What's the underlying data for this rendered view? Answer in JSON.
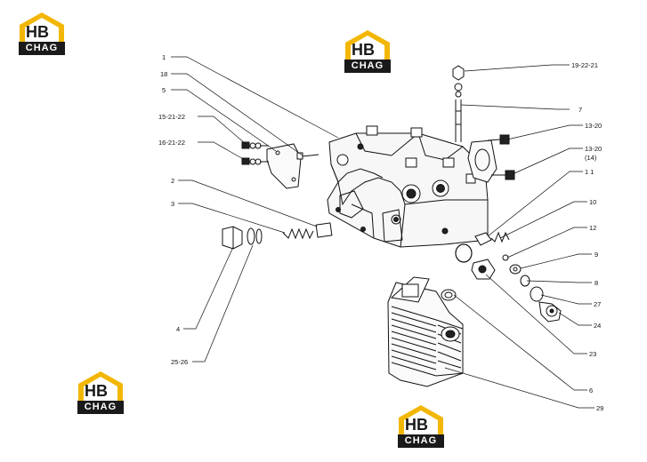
{
  "brand": {
    "logo_letters": "HB",
    "logo_plate": "CHAG",
    "accent_color": "#f2b705",
    "ink_color": "#1a1a1a"
  },
  "callouts": [
    {
      "id": "1",
      "text": "1"
    },
    {
      "id": "18",
      "text": "18"
    },
    {
      "id": "5",
      "text": "5"
    },
    {
      "id": "15-21-22",
      "text": "15-21-22"
    },
    {
      "id": "16-21-22",
      "text": "16-21-22"
    },
    {
      "id": "2",
      "text": "2"
    },
    {
      "id": "3",
      "text": "3"
    },
    {
      "id": "4",
      "text": "4"
    },
    {
      "id": "25-26",
      "text": "25-26"
    },
    {
      "id": "19-22-21",
      "text": "19-22-21"
    },
    {
      "id": "7",
      "text": "7"
    },
    {
      "id": "13-20a",
      "text": "13-20"
    },
    {
      "id": "13-20b",
      "text": "13-20"
    },
    {
      "id": "14",
      "text": "(14)"
    },
    {
      "id": "11",
      "text": "1 1"
    },
    {
      "id": "10",
      "text": "10"
    },
    {
      "id": "12",
      "text": "12"
    },
    {
      "id": "9",
      "text": "9"
    },
    {
      "id": "8",
      "text": "8"
    },
    {
      "id": "27",
      "text": "27"
    },
    {
      "id": "24",
      "text": "24"
    },
    {
      "id": "23",
      "text": "23"
    },
    {
      "id": "6",
      "text": "6"
    },
    {
      "id": "29",
      "text": "29"
    }
  ]
}
